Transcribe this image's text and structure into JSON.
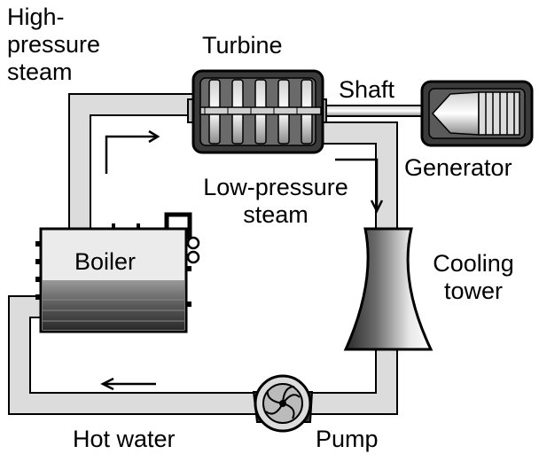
{
  "labels": {
    "high_pressure_steam": [
      "High-",
      "pressure",
      "steam"
    ],
    "turbine": "Turbine",
    "shaft": "Shaft",
    "generator": "Generator",
    "low_pressure_steam": [
      "Low-pressure",
      "steam"
    ],
    "boiler": "Boiler",
    "cooling_tower": [
      "Cooling",
      "tower"
    ],
    "hot_water": "Hot water",
    "pump": "Pump"
  },
  "colors": {
    "pipe_fill": "#dcdcdc",
    "outline": "#000000",
    "panel_light": "#ebebeb",
    "water_dark": "#4a4a4a"
  }
}
